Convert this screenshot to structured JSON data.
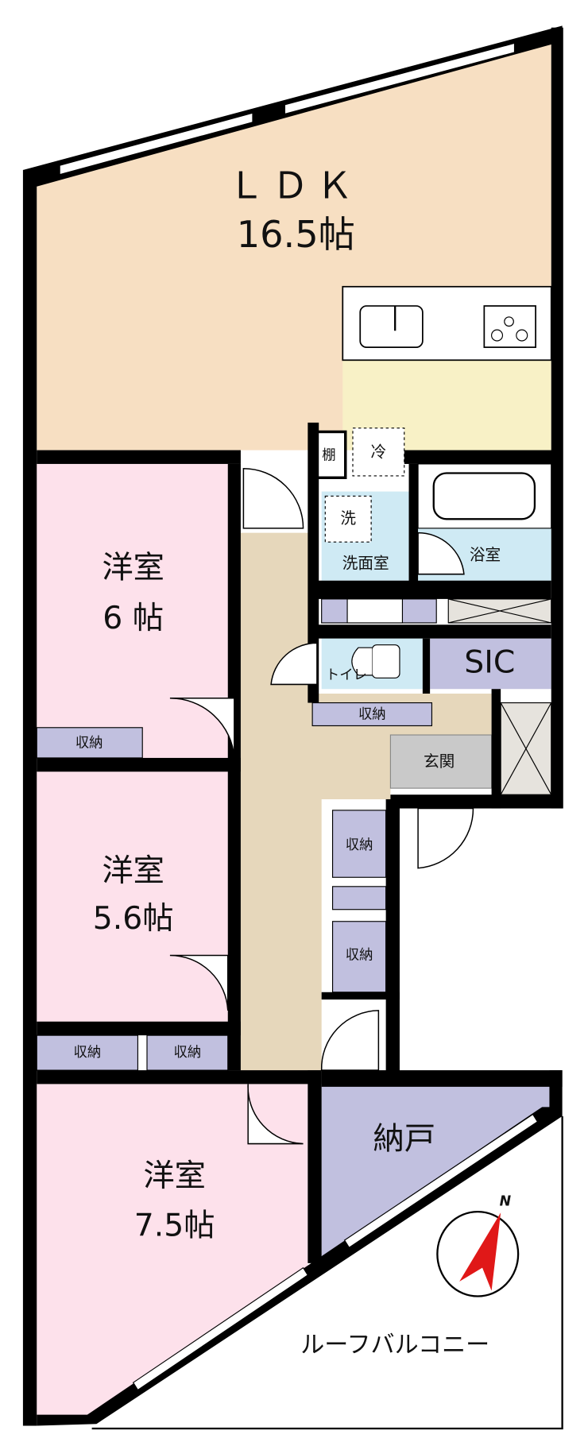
{
  "rooms": {
    "ldk": {
      "name": "ＬＤＫ",
      "size": "16.5帖"
    },
    "western1": {
      "name": "洋室",
      "size": "6 帖"
    },
    "western2": {
      "name": "洋室",
      "size": "5.6帖"
    },
    "western3": {
      "name": "洋室",
      "size": "7.5帖"
    },
    "storeroom": {
      "name": "納戸"
    },
    "washroom": {
      "name": "洗面室"
    },
    "bathroom": {
      "name": "浴室"
    },
    "toilet": {
      "name": "トイレ"
    },
    "sic": {
      "name": "SIC"
    },
    "entrance": {
      "name": "玄関"
    },
    "balcony": {
      "name": "ルーフバルコニー"
    }
  },
  "fixtures": {
    "shelf": "棚",
    "fridge": "冷",
    "washer": "洗",
    "storage": "収納"
  },
  "compass": {
    "north_label": "N"
  },
  "colors": {
    "ldk": "#f7dfc2",
    "kitchen": "#f8f1c6",
    "western": "#fde1eb",
    "wet": "#cfeaf4",
    "storage": "#c1c0df",
    "hall": "#e6d7bb",
    "entrance": "#c9c9c9",
    "wall": "#000000",
    "compass": "#e01818"
  }
}
